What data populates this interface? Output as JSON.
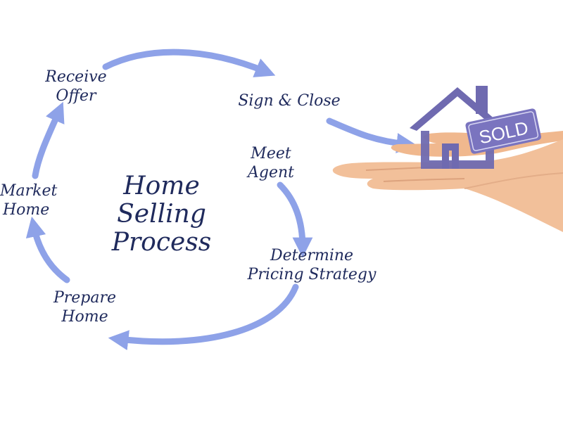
{
  "diagram": {
    "title_lines": [
      "Home",
      "Selling",
      "Process"
    ],
    "steps": [
      {
        "lines": [
          "Receive",
          "Offer"
        ]
      },
      {
        "lines": [
          "Sign & Close"
        ]
      },
      {
        "lines": [
          "Meet",
          "Agent"
        ]
      },
      {
        "lines": [
          "Determine",
          "Pricing Strategy"
        ]
      },
      {
        "lines": [
          "Prepare",
          "Home"
        ]
      },
      {
        "lines": [
          "Market",
          "Home"
        ]
      }
    ],
    "sign_text": "SOLD"
  },
  "colors": {
    "arrow": "#8ea2e8",
    "text": "#1f2a5c",
    "house": "#6f6ab0",
    "sign": "#7a74bf",
    "skin": "#f2c09a"
  }
}
